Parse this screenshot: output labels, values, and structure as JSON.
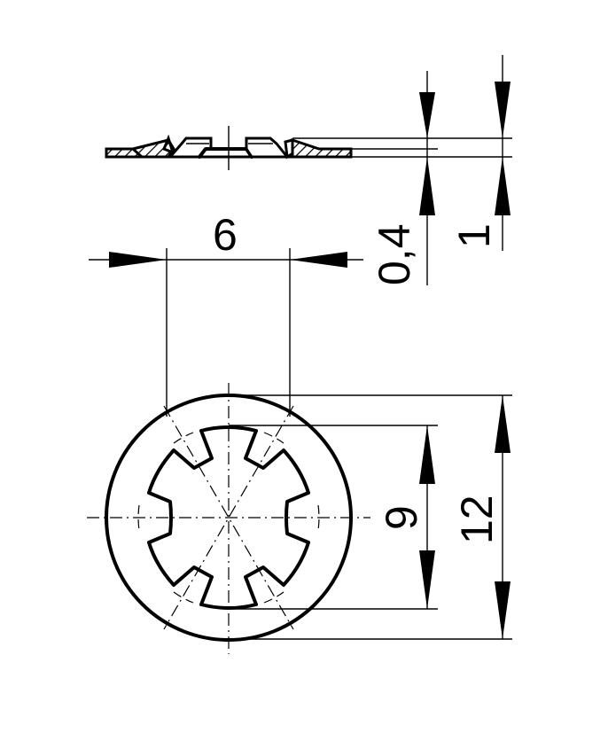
{
  "drawing": {
    "subject": "toothed push-on lock washer",
    "views": [
      "side-section",
      "top-view"
    ],
    "dimensions": {
      "inner_width": {
        "label": "6",
        "orientation": "horizontal"
      },
      "thickness": {
        "label": "0,4",
        "orientation": "vertical"
      },
      "height": {
        "label": "1",
        "orientation": "vertical"
      },
      "tooth_diameter": {
        "label": "9",
        "orientation": "vertical"
      },
      "outer_diameter": {
        "label": "12",
        "orientation": "vertical"
      }
    },
    "colors": {
      "line": "#000000",
      "background": "#ffffff"
    }
  }
}
